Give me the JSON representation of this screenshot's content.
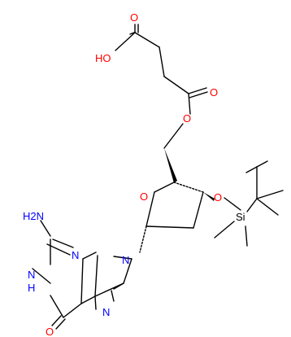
{
  "atoms": {
    "O_acid_carbonyl": "O",
    "OH": "HO",
    "O_ester_carbonyl": "O",
    "O_ester": "O",
    "O_ring": "O",
    "O_silyl": "O",
    "Si": "Si",
    "NH2": "H2N",
    "N1": "N",
    "N3": "N",
    "N7": "N",
    "N9": "N",
    "H_N1": "H",
    "O6": "O"
  },
  "colors": {
    "bond": "#000000",
    "oxygen": "#ff0000",
    "nitrogen": "#0000ff",
    "carbon": "#000000"
  }
}
